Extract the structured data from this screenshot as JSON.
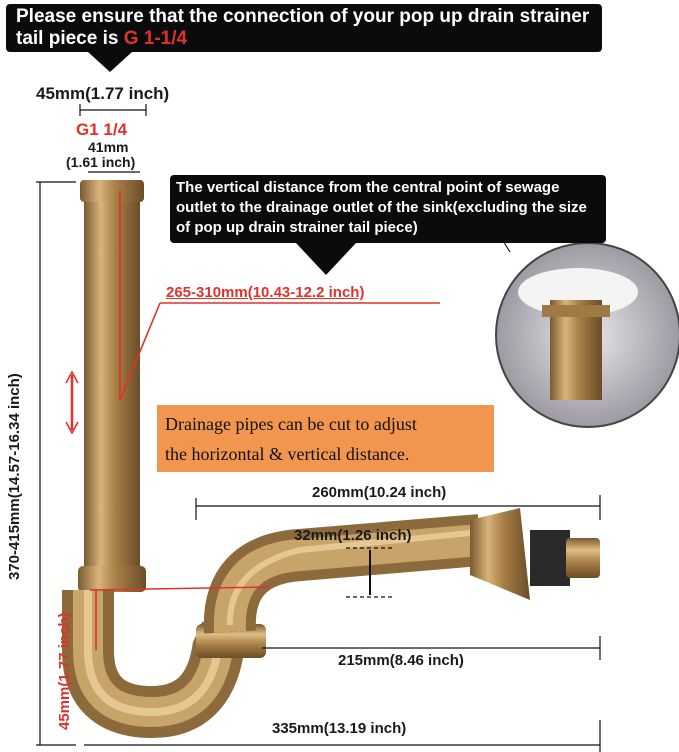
{
  "top_banner": {
    "line1": "Please ensure that the connection of your pop up drain strainer",
    "line2_prefix": "tail piece is ",
    "line2_highlight": "G 1-1/4"
  },
  "center_banner": {
    "text": "The vertical distance from the central point of sewage outlet to the drainage outlet of the sink(excluding the size of pop up drain strainer tail piece)"
  },
  "note": {
    "line1": "Drainage pipes can be cut to adjust",
    "line2": "the horizontal & vertical distance."
  },
  "dimensions": {
    "top_width": "45mm(1.77 inch)",
    "thread": "G1 1/4",
    "inner_width_mm": "41mm",
    "inner_width_in": "(1.61 inch)",
    "inner_range": "265-310mm(10.43-12.2 inch)",
    "total_height": "370-415mm(14.57-16.34 inch)",
    "outlet_length": "260mm(10.24 inch)",
    "pipe_diameter": "32mm(1.26 inch)",
    "trap_length": "215mm(8.46 inch)",
    "trap_height": "45mm(1.77 inch)",
    "total_length": "335mm(13.19 inch)"
  },
  "colors": {
    "brass": "#b9925a",
    "accent_red": "#e0322a",
    "banner_bg": "#0b0b0b",
    "note_bg": "#f2964f"
  }
}
